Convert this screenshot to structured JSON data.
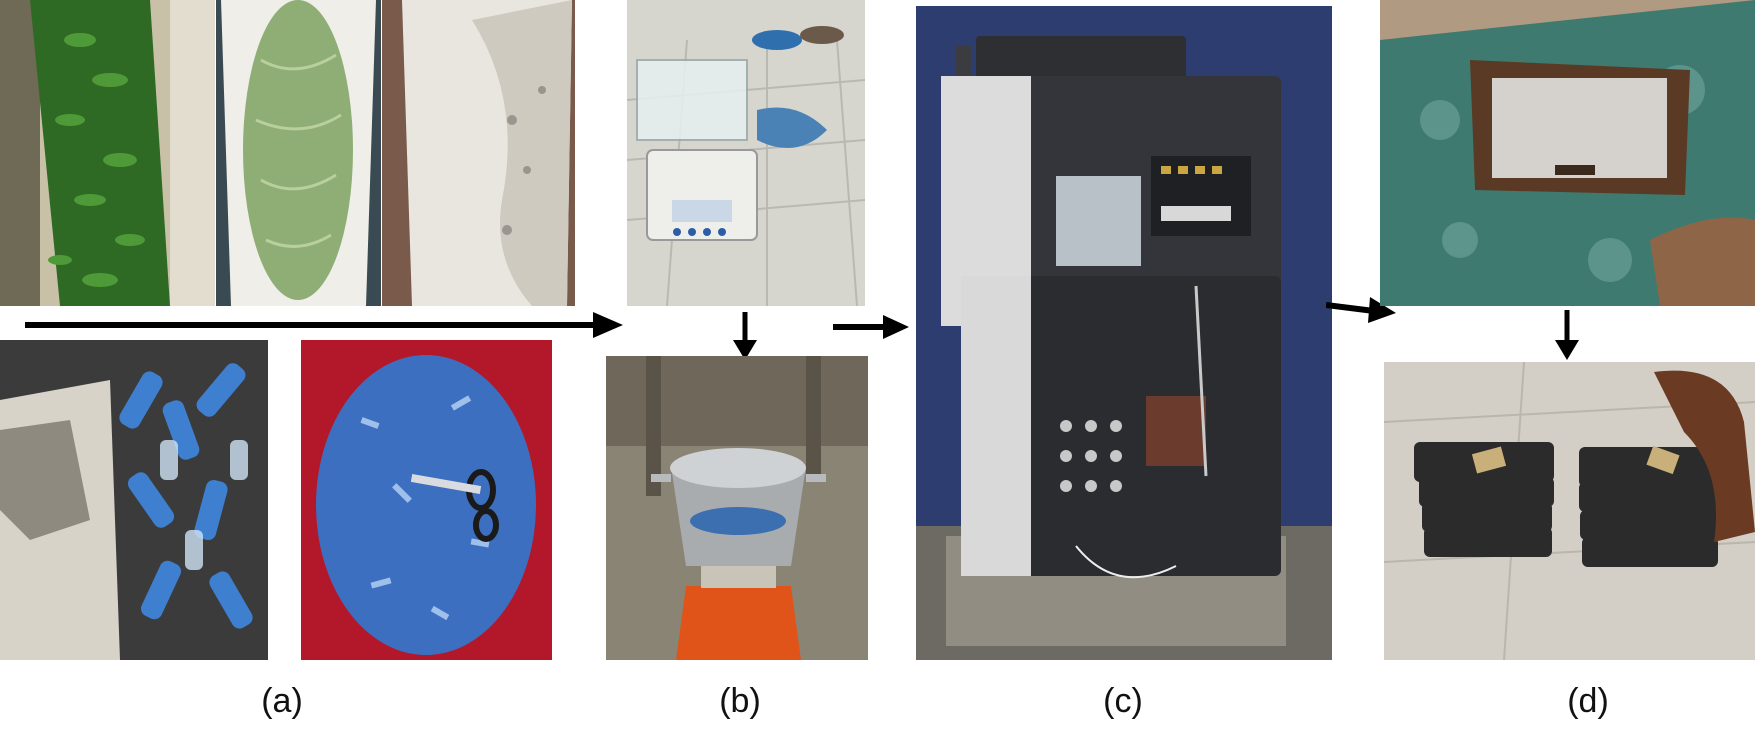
{
  "panels": [
    {
      "label": "(a)",
      "photos": [
        "banana-leaf-pile",
        "green-fibre-sack",
        "white-powder-sack",
        "plastic-bottle-pile",
        "shredded-plastic-tray"
      ]
    },
    {
      "label": "(b)",
      "photos": [
        "digital-balance",
        "cooking-pot-on-gas-cylinder"
      ]
    },
    {
      "label": "(c)",
      "photos": [
        "testing-machine"
      ]
    },
    {
      "label": "(d)",
      "photos": [
        "mould-with-sample",
        "stacked-tiles-in-hand"
      ]
    }
  ],
  "icons": [
    "arrow-right-icon",
    "arrow-down-icon"
  ],
  "colors": {
    "arrow": "#000000",
    "background": "#ffffff"
  }
}
